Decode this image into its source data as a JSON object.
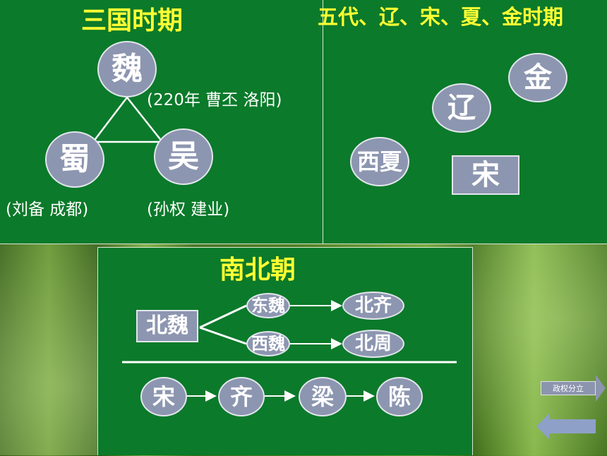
{
  "three_kingdoms": {
    "title": "三国时期",
    "wei": "魏",
    "shu": "蜀",
    "wu": "吴",
    "wei_note": "(220年  曹丕  洛阳)",
    "shu_note": "(刘备   成都)",
    "wu_note": "(孙权  建业)"
  },
  "five_dynasties": {
    "title": "五代、辽、宋、夏、金时期",
    "jin": "金",
    "liao": "辽",
    "xixia": "西夏",
    "song": "宋"
  },
  "southern_northern": {
    "title": "南北朝",
    "north": {
      "origin": "北魏",
      "east_wei": "东魏",
      "west_wei": "西魏",
      "north_qi": "北齐",
      "north_zhou": "北周"
    },
    "south": [
      "宋",
      "齐",
      "梁",
      "陈"
    ]
  },
  "navigation": {
    "next_label": "政权分立"
  },
  "colors": {
    "panel_green": "#0b7a2a",
    "title_yellow": "#ffff33",
    "node_gray_blue": "#8d96b0"
  }
}
